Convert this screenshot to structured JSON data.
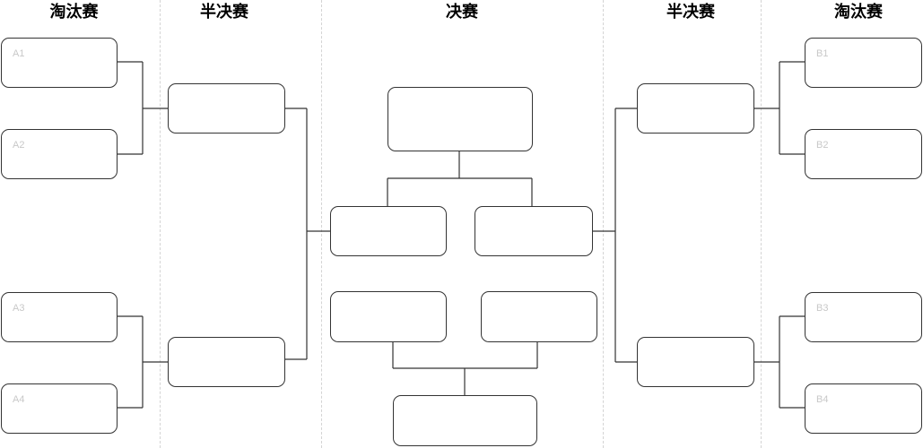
{
  "headers": {
    "left_knockout": "淘汰赛",
    "left_semifinal": "半决赛",
    "final": "决赛",
    "right_semifinal": "半决赛",
    "right_knockout": "淘汰赛"
  },
  "slots": {
    "a1": "A1",
    "a2": "A2",
    "a3": "A3",
    "a4": "A4",
    "b1": "B1",
    "b2": "B2",
    "b3": "B3",
    "b4": "B4"
  }
}
